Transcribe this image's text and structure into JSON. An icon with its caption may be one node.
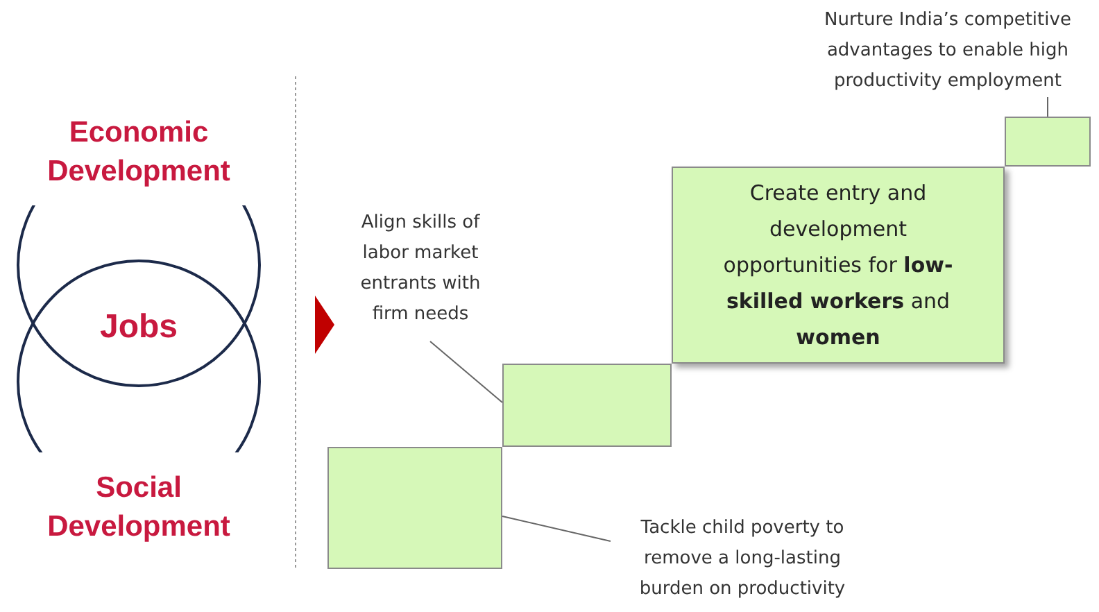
{
  "diagram": {
    "nodes": [
      {
        "text": [],
        "shape": "box"
      },
      {
        "text": [],
        "shape": "box"
      },
      {
        "text": [
          "Create entry and development opportunities for **low-skilled workers** and **women**"
        ]
      },
      {
        "text": [],
        "shape": "box"
      },
      {
        "text": [
          "Nurture India’s competitive advantages to enable high productivity employment"
        ]
      },
      {
        "text": [
          "Align skills of labor market entrants with firm needs"
        ]
      },
      {
        "text": [
          "Tackle child poverty to remove a long-lasting burden on  productivity"
        ]
      }
    ],
    "edges": [
      {
        "from": 4,
        "to": 3,
        "arrow": "none"
      },
      {
        "from": 5,
        "to": 1,
        "arrow": "none"
      },
      {
        "from": 6,
        "to": 0,
        "arrow": "none"
      }
    ],
    "labels": [
      "Economic Development",
      "Jobs",
      "Social Development"
    ]
  }
}
